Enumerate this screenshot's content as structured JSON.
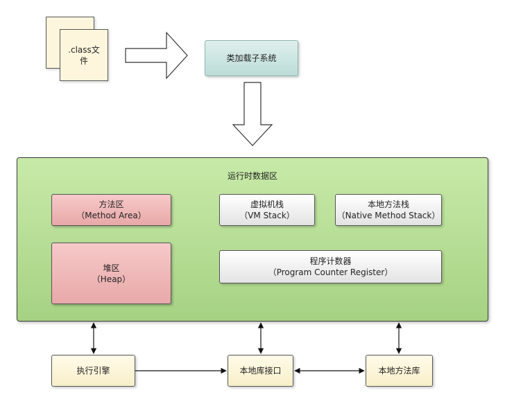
{
  "class_file": {
    "label": ".class文件"
  },
  "class_loader": {
    "label": "类加载子系统"
  },
  "runtime_area": {
    "title": "运行时数据区",
    "method_area": {
      "line1": "方法区",
      "line2": "（Method Area）"
    },
    "vm_stack": {
      "line1": "虚拟机栈",
      "line2": "（VM Stack）"
    },
    "native_stack": {
      "line1": "本地方法栈",
      "line2": "（Native Method Stack）"
    },
    "heap": {
      "line1": "堆区",
      "line2": "（Heap）"
    },
    "pc_register": {
      "line1": "程序计数器",
      "line2": "（Program Counter Register）"
    }
  },
  "execution_engine": {
    "label": "执行引擎"
  },
  "native_interface": {
    "label": "本地库接口"
  },
  "native_library": {
    "label": "本地方法库"
  }
}
